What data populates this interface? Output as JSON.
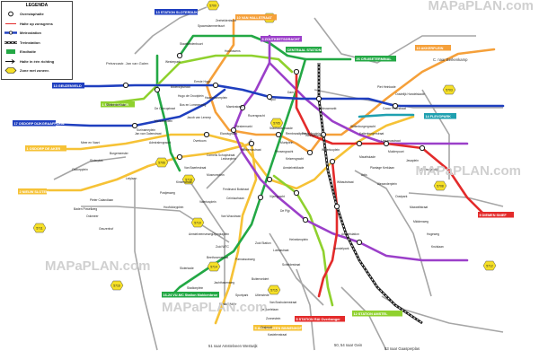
{
  "watermark": "MAPaPLAN.com",
  "legend": {
    "title": "LEGENDA",
    "items": [
      {
        "label": "Overstaphalte",
        "sym": "circle"
      },
      {
        "label": "Halte op zonsgrens",
        "sym": "redtext"
      },
      {
        "label": "Metrostation",
        "sym": "metro"
      },
      {
        "label": "Treinstation",
        "sym": "train"
      },
      {
        "label": "Eindhalte",
        "sym": "endbox"
      },
      {
        "label": "Halte in één richting",
        "sym": "arrow"
      },
      {
        "label": "Zone met zonenr.",
        "sym": "zone"
      }
    ]
  },
  "colors": {
    "red": "#e32b2b",
    "orange": "#f5a03a",
    "yellow": "#f6c236",
    "green": "#23a845",
    "lime": "#8fd12e",
    "purple": "#9b3fc9",
    "blue": "#1f3fbf",
    "gray": "#a6a6a6",
    "teal": "#1fa0b0",
    "zone": "#f6e027"
  },
  "terminals": [
    {
      "label": "13 STATION SLOTERDIJK",
      "color": "#1f3fbf"
    },
    {
      "label": "10 VAN HALLSTRAAT",
      "color": "#f5a03a"
    },
    {
      "label": "3 ZOUTKEETSGRACHT",
      "color": "#9b3fc9"
    },
    {
      "label": "CENTRAAL STATION",
      "color": "#23a845"
    },
    {
      "label": "26 CRUISETERMINAL",
      "color": "#23a845"
    },
    {
      "label": "10 AKKERPLEIN",
      "color": "#f5a03a"
    },
    {
      "label": "14 FLEVOPARK",
      "color": "#1fa0b0"
    },
    {
      "label": "13 GEUZENVELD",
      "color": "#1f3fbf"
    },
    {
      "label": "1 SLOTERMEER",
      "color": "#8fd12e"
    },
    {
      "label": "17 OSDORP DIJKGRAAFPLEIN",
      "color": "#1f3fbf"
    },
    {
      "label": "1 OSDORP DE AKER",
      "color": "#f6c236"
    },
    {
      "label": "2 NIEUW SLOTEN",
      "color": "#f6c236"
    },
    {
      "label": "9 DIEMEN SNIEF",
      "color": "#e32b2b"
    },
    {
      "label": "16-24 VU-MC Station Mokkenbroe",
      "color": "#23a845"
    },
    {
      "label": "5 STATION RAI Overhanger",
      "color": "#e32b2b"
    },
    {
      "label": "12 STATION AMSTEL",
      "color": "#8fd12e"
    },
    {
      "label": "5 AMSTELVEEN BINNENHOF",
      "color": "#f6c236"
    }
  ],
  "stations": [
    "Slotermeerlaan",
    "Bos en Lommerweg",
    "Surinameplein",
    "Overtoom",
    "Leidseplein",
    "Spui",
    "Dam",
    "Nieuwmarkt",
    "Waterlooplein",
    "Weesperplein",
    "Muntplein",
    "Rembrandtplein",
    "Frederiksplein",
    "Wibautstraat",
    "Amstelstation",
    "Museumplein",
    "Van Baerlestraat",
    "Ferdinand Bolstraat",
    "Ceintuurbaan",
    "Van Woustraat",
    "Amstelveenseweg",
    "Zuid WTC",
    "De Pijp",
    "Linnaeusstraat",
    "Muiderpoort",
    "Javaplein",
    "Zeeburgerdijk",
    "Wittenburgergracht",
    "Kattenburgerstraat",
    "Haarlemmerplein",
    "Marnixstraat",
    "Rozengracht",
    "Westermarkt",
    "Elandsgracht",
    "Kinkerstraat",
    "Jan van Galenstraat",
    "Mercatorplein",
    "Postjesweg",
    "Hoofddorpplein",
    "Sloterkade",
    "Stadionplein",
    "Olympiaplein",
    "Beethovenstraat",
    "Parnassusweg",
    "Buitenveldert",
    "Uilenstede",
    "Oostelijk Handelskade",
    "Piet Heinkade",
    "Czaar Peterstraat",
    "Mauritskade",
    "Plantage Kerklaan",
    "Artis",
    "Alexanderplein",
    "Oostpark",
    "Maxwellstraat",
    "Middenweg",
    "Hogeweg",
    "Kruislaan",
    "Stadhouderskade",
    "Hobbemastraat",
    "Cornelis Schuytstraat",
    "Valeriusplein",
    "Amstelveldkade",
    "Prinsengracht",
    "Vijzelgracht",
    "Keizersgracht",
    "Heinekenplein",
    "Lutmastraat",
    "Scheldestraat",
    "Zuid Station",
    "Sportpark",
    "Nieuwe Meer",
    "Jachthavenweg",
    "Amstelpark",
    "De Boelelaan",
    "Van Boshuizenstraat",
    "Zonnestein",
    "Onderuit",
    "Kastelenstraat",
    "Lelylaan",
    "Westerpark",
    "Staatsliedenbuurt",
    "Spaarndammerbuurt",
    "Zeeheldenbuurt",
    "Houthavens",
    "Eerste Hugo",
    "De Clercqstraat",
    "Hugo de Grootplein",
    "Jacob van Lennep",
    "Bilderdijkstraat",
    "Admiralengracht",
    "Burgemeester",
    "Sloterplas",
    "Osdorpplein",
    "Meer en Vaart",
    "Pieter Calandlaan",
    "Baden Powellweg",
    "Ookmeer",
    "Geuzenhof"
  ],
  "zones": [
    "5700",
    "5702",
    "5703",
    "5705",
    "5706",
    "5708",
    "5710",
    "5711",
    "5712",
    "5714",
    "5715",
    "5716",
    "5718"
  ],
  "map_notes": {
    "bottom_left": "51 naar Amstelveen Westwijk",
    "bottom_mid": "50, 54 naar Gein",
    "bottom_right": "53 naar Gaasperplas",
    "top_right_note": "C. naar Berkenkamp",
    "left_note": "Petrarcastr. Jan van Galen"
  }
}
